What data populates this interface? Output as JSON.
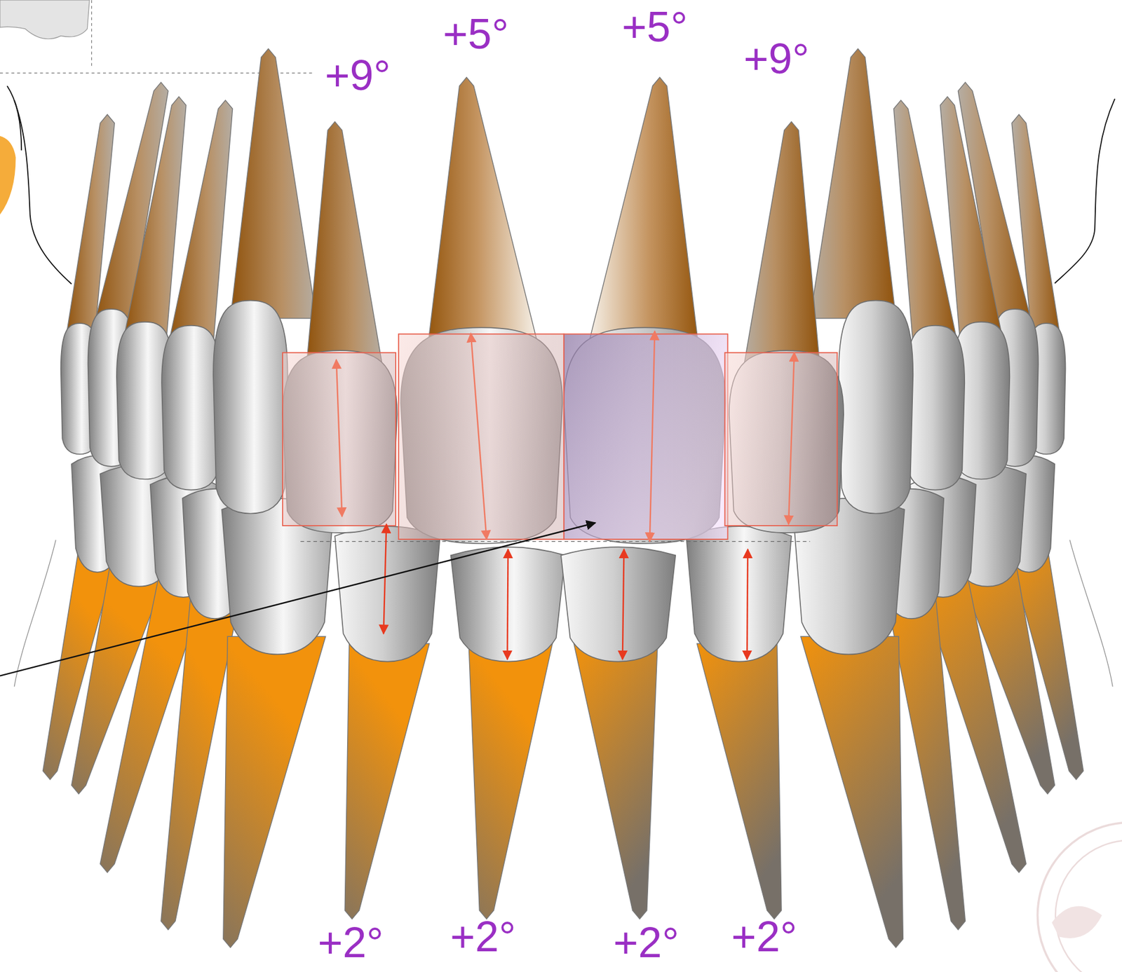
{
  "diagram": {
    "labels": [
      "+9°",
      "+5°",
      "+5°",
      "+9°",
      "+2°",
      "+2°",
      "+2°",
      "+2°"
    ]
  }
}
